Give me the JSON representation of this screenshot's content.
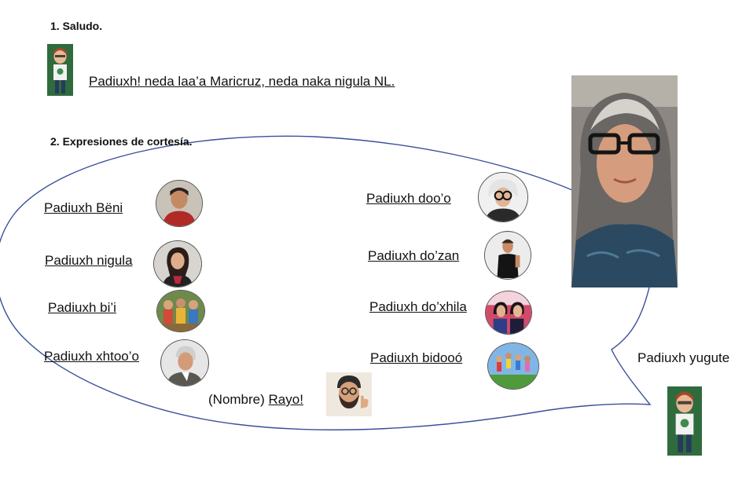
{
  "section1": {
    "heading": "1.  Saludo.",
    "greeting": "Padiuxh! neda laa’a Maricruz, neda naka nigula NL."
  },
  "section2": {
    "heading": "2.  Expresiones de cortesía.",
    "left_items": [
      {
        "label": "Padiuxh Bëni",
        "icon": "man-red-shirt-photo"
      },
      {
        "label": "Padiuxh nigula",
        "icon": "woman-dark-hair-photo"
      },
      {
        "label": "Padiuxh bi’i",
        "icon": "children-group-photo"
      },
      {
        "label": "Padiuxh xhtoo’o",
        "icon": "older-man-photo"
      }
    ],
    "right_items": [
      {
        "label": "Padiuxh doo’o",
        "icon": "older-woman-glasses-photo"
      },
      {
        "label": "Padiuxh do’zan",
        "icon": "young-man-black-shirt-photo"
      },
      {
        "label": "Padiuxh do’xhila",
        "icon": "two-young-women-photo"
      },
      {
        "label": "Padiuxh bidooó",
        "icon": "kids-jumping-photo"
      }
    ],
    "name_prefix": "(Nombre)",
    "name_word": "Rayo!"
  },
  "side_text": "Padiuxh yugute",
  "colors": {
    "bubble_stroke": "#3a4f9a",
    "text": "#111111"
  }
}
